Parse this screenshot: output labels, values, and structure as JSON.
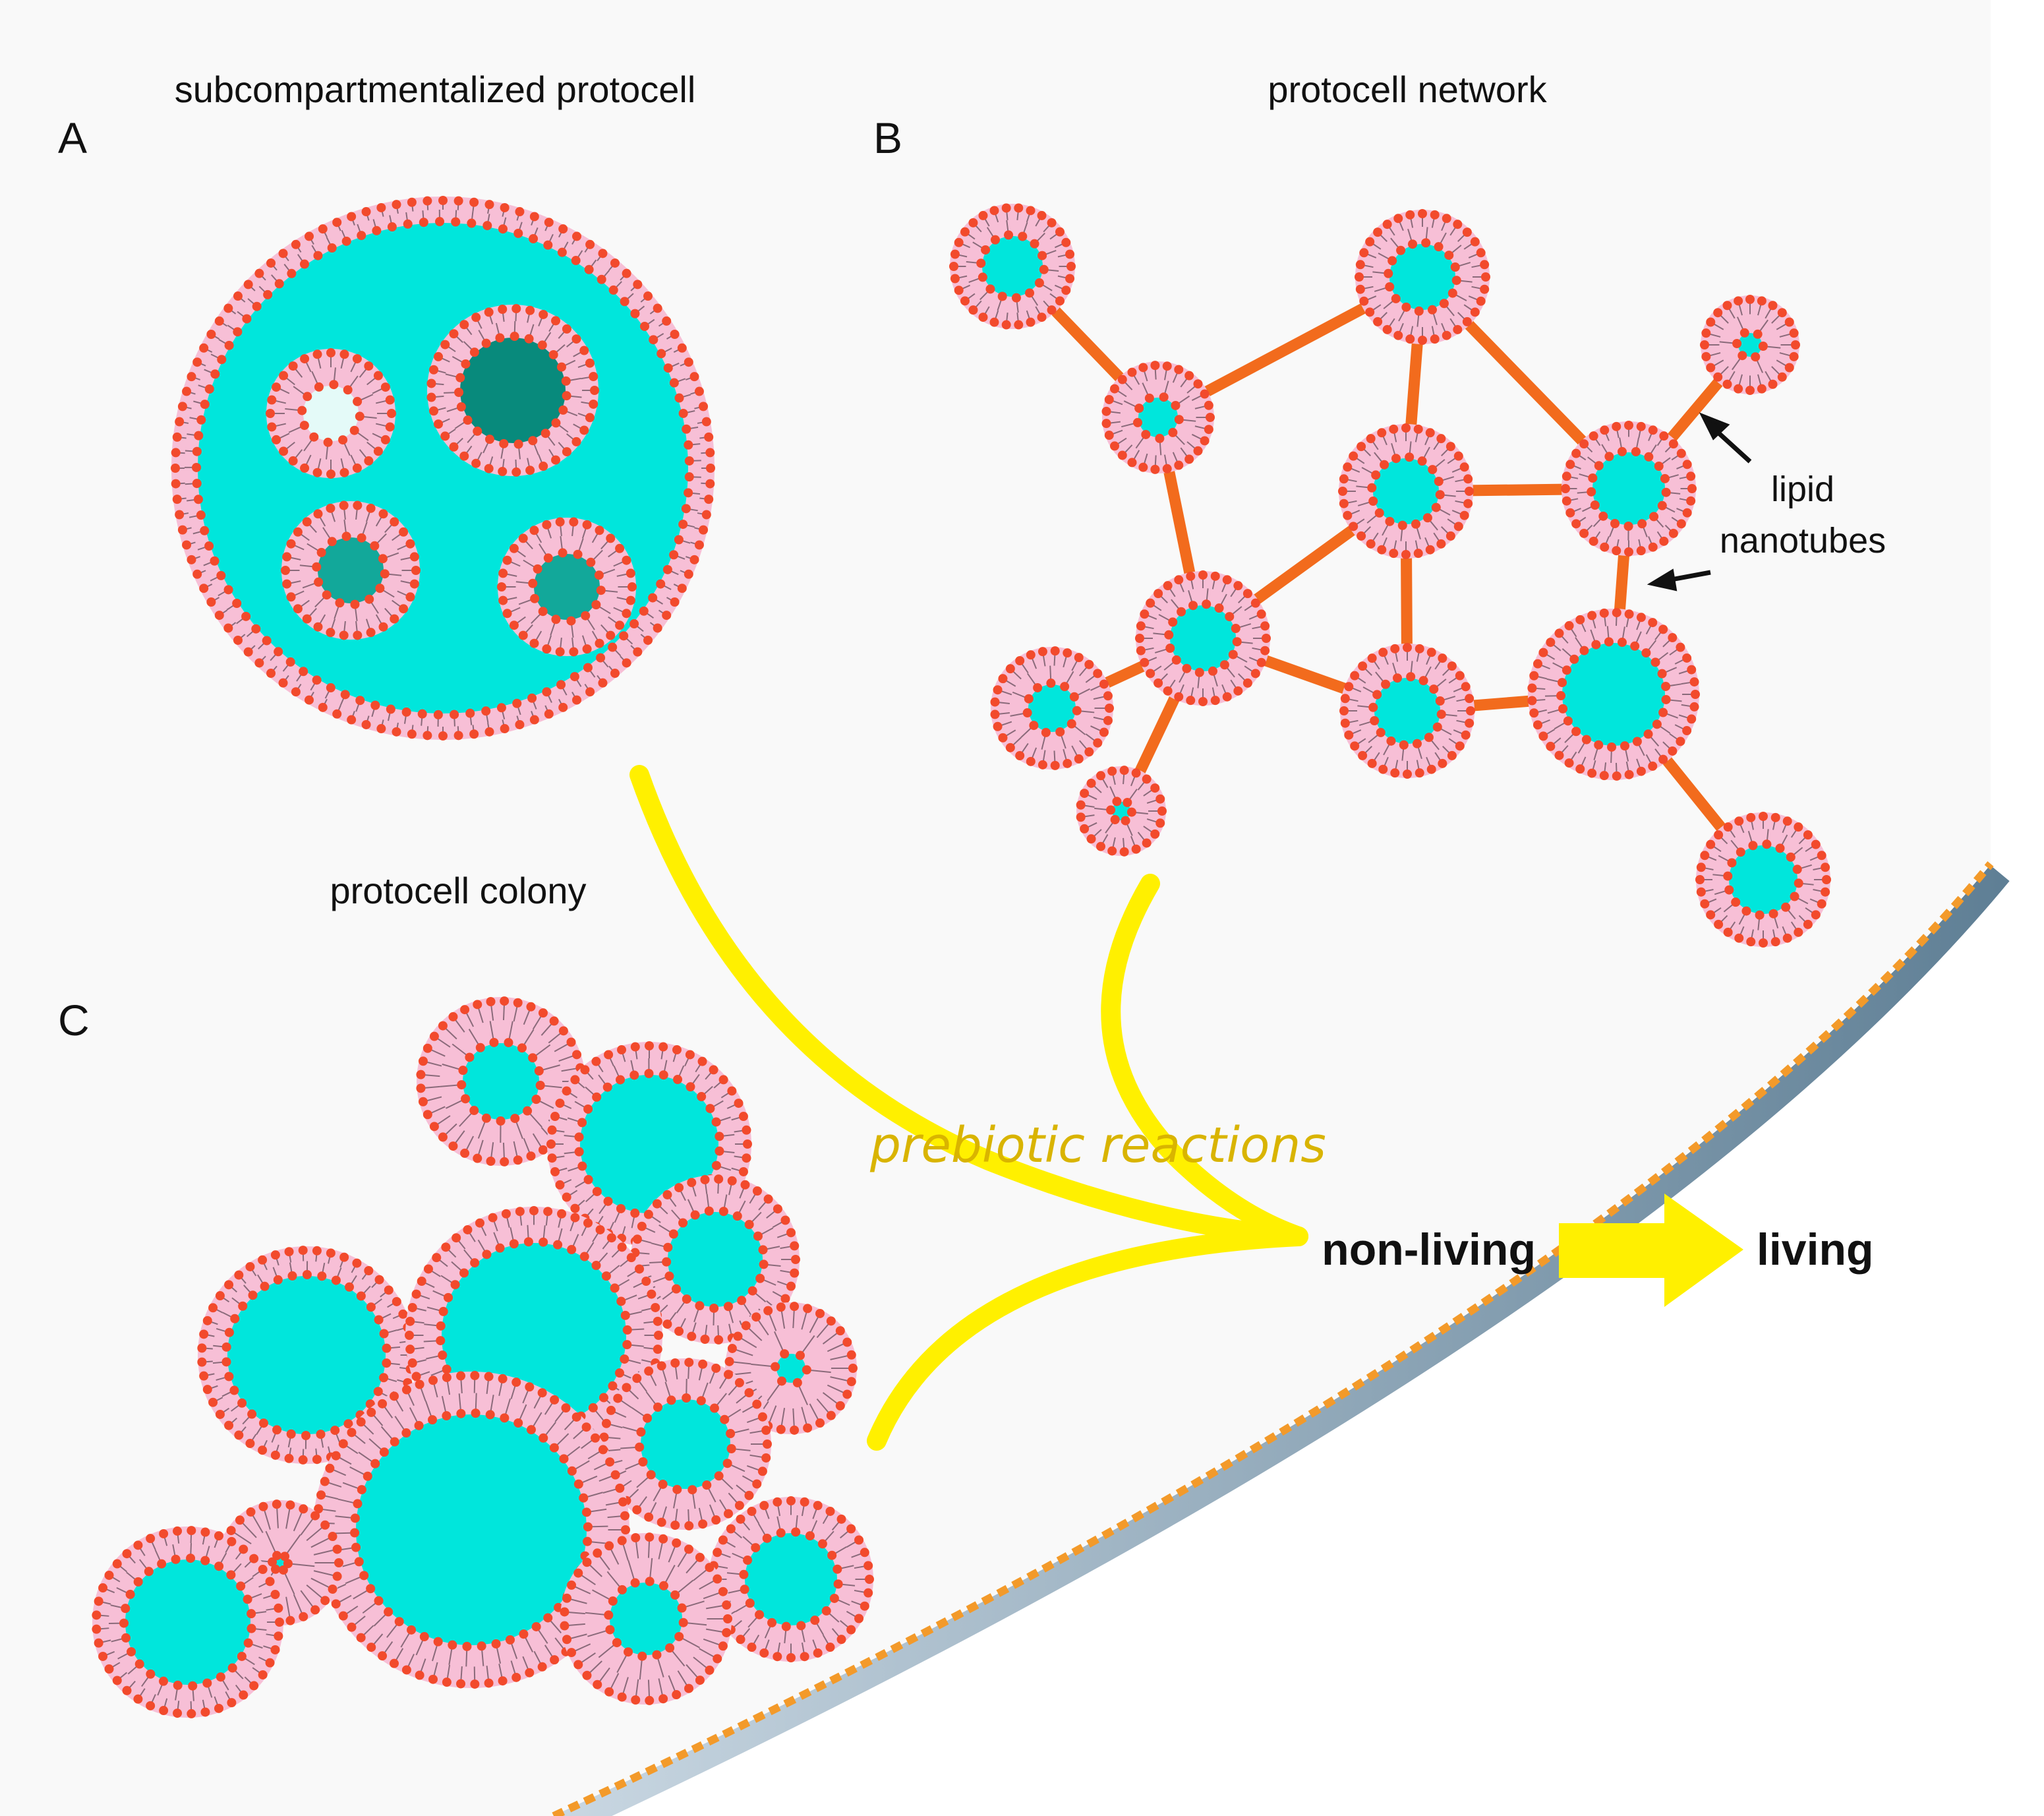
{
  "figure": {
    "panels": [
      {
        "letter": "A",
        "caption": "subcompartmentalized protocell"
      },
      {
        "letter": "B",
        "caption": "protocell network"
      },
      {
        "letter": "C",
        "caption": "protocell colony"
      }
    ],
    "annotation_line1": "lipid",
    "annotation_line2": "nanotubes",
    "flow_label": "prebiotic reactions",
    "transition_from": "non-living",
    "transition_to": "living"
  },
  "colors": {
    "lumen": "#00e6dc",
    "membrane": "#f7bfd6",
    "lipid_head": "#f24a2c",
    "nanotube": "#f26b1d",
    "flow": "#fff000",
    "flow_label": "#d9b400",
    "vesicle_dark": "#088a7c",
    "vesicle_mid": "#12a89a",
    "vesicle_light": "#e4faf8",
    "boundary": "#f39a2a"
  }
}
